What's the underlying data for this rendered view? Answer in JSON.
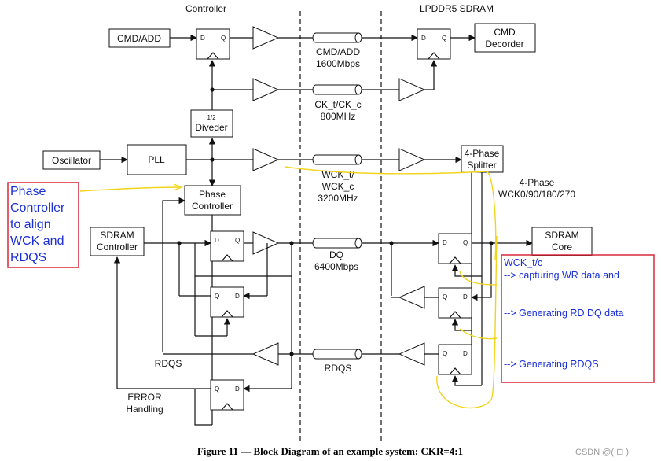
{
  "headers": {
    "left": "Controller",
    "right": "LPDDR5 SDRAM"
  },
  "blocks": {
    "cmd_add": "CMD/ADD",
    "cmd_decorder": [
      "CMD",
      "Decorder"
    ],
    "divider_ratio": "1/2",
    "divider": "Diveder",
    "oscillator": "Oscillator",
    "pll": "PLL",
    "phase_controller": [
      "Phase",
      "Controller"
    ],
    "splitter": [
      "4-Phase",
      "Splitter"
    ],
    "sdram_controller": [
      "SDRAM",
      "Controller"
    ],
    "sdram_core": [
      "SDRAM",
      "Core"
    ]
  },
  "ff_pins": {
    "d": "D",
    "q": "Q"
  },
  "signals": {
    "cmd_add": [
      "CMD/ADD",
      "1600Mbps"
    ],
    "ck": [
      "CK_t/CK_c",
      "800MHz"
    ],
    "wck": [
      "WCK_t/",
      "WCK_c",
      "3200MHz"
    ],
    "dq": [
      "DQ",
      "6400Mbps"
    ],
    "rdqs_mid": "RDQS",
    "rdqs_left": "RDQS",
    "four_phase": [
      "4-Phase",
      "WCK0/90/180/270"
    ],
    "error": [
      "ERROR",
      "Handling"
    ]
  },
  "annotations": {
    "left_box": [
      "Phase",
      "Controller",
      "to align",
      "WCK and",
      "RDQS"
    ],
    "right_box": [
      "WCK_t/c",
      "--> capturing WR data and",
      "--> Generating RD DQ data",
      "--> Generating RDQS"
    ]
  },
  "caption": "Figure 11 — Block Diagram of an example system: CKR=4:1",
  "watermark": "CSDN @(  ⊟  )"
}
